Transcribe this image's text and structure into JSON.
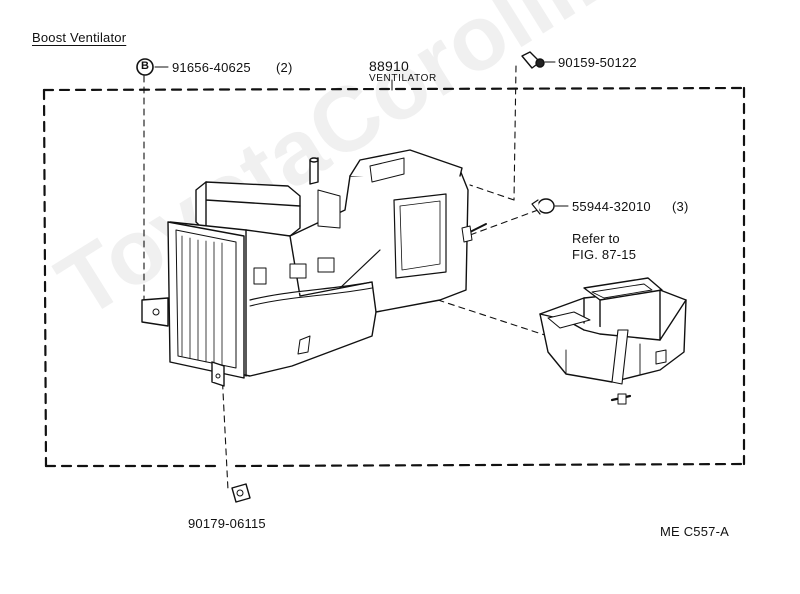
{
  "title": "Boost Ventilator",
  "assembly": {
    "part_no": "88910",
    "name": "VENTILATOR"
  },
  "callouts": [
    {
      "id": "bolt-b",
      "part_no": "91656-40625",
      "qty": "(2)",
      "marker": "B"
    },
    {
      "id": "screw-top",
      "part_no": "90159-50122"
    },
    {
      "id": "clip",
      "part_no": "55944-32010",
      "qty": "(3)"
    },
    {
      "id": "nut-bottom",
      "part_no": "90179-06115"
    }
  ],
  "reference": {
    "line1": "Refer to",
    "line2": "FIG. 87-15"
  },
  "figure_code": "ME C557-A",
  "watermark": "ToyotaCorolline.ru",
  "colors": {
    "ink": "#111111",
    "paper": "#ffffff",
    "watermark": "#eeeeee"
  }
}
